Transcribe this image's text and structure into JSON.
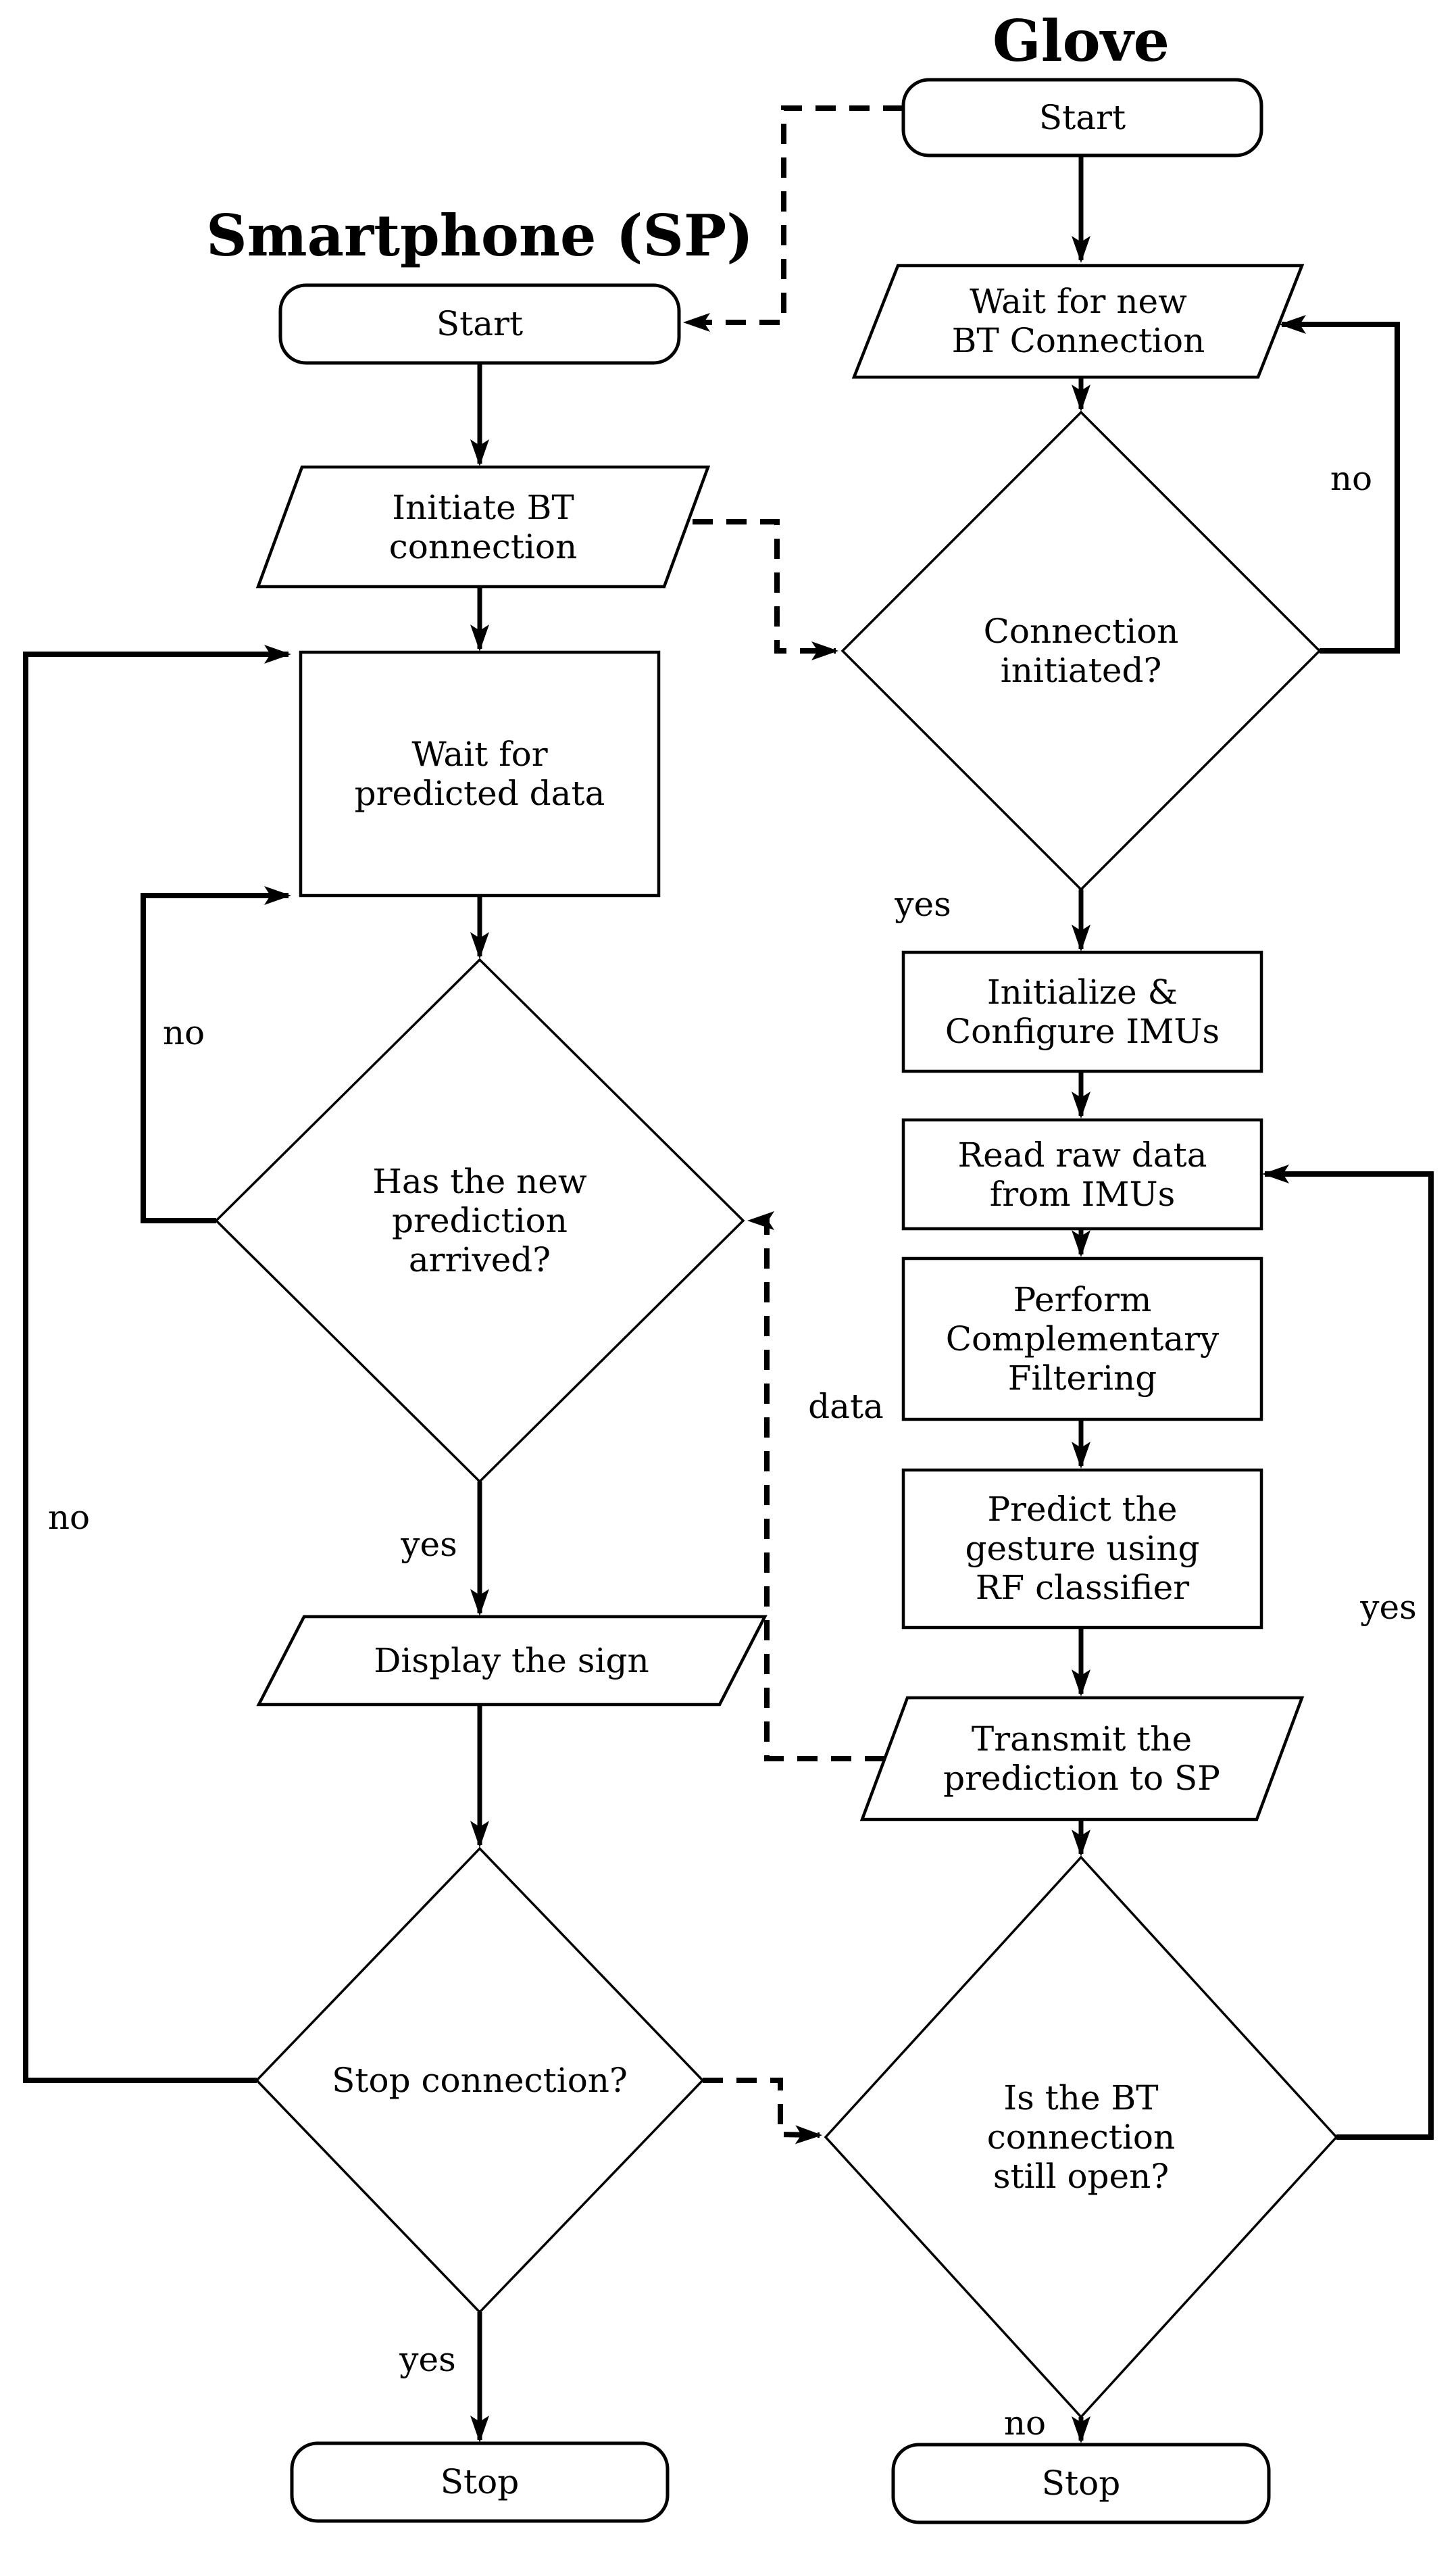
{
  "titles": {
    "smartphone": "Smartphone (SP)",
    "glove": "Glove"
  },
  "smartphone": {
    "start": "Start",
    "initiate_bt": [
      "Initiate BT",
      "connection"
    ],
    "wait_predicted": [
      "Wait for",
      "predicted data"
    ],
    "prediction_arrived": [
      "Has the new",
      "prediction",
      "arrived?"
    ],
    "display_sign": "Display the sign",
    "stop_connection": "Stop connection?",
    "stop": "Stop",
    "labels": {
      "inner_no": "no",
      "outer_no": "no",
      "yes_display": "yes",
      "yes_stop": "yes"
    }
  },
  "glove": {
    "start": "Start",
    "wait_bt": [
      "Wait for new",
      "BT Connection"
    ],
    "connection_initiated": [
      "Connection",
      "initiated?"
    ],
    "initialize_imus": [
      "Initialize &",
      "Configure IMUs"
    ],
    "read_raw": [
      "Read raw data",
      "from IMUs"
    ],
    "complementary": [
      "Perform",
      "Complementary",
      "Filtering"
    ],
    "predict": [
      "Predict the",
      "gesture using",
      "RF classifier"
    ],
    "transmit": [
      "Transmit the",
      "prediction to SP"
    ],
    "bt_open": [
      "Is the BT",
      "connection",
      "still open?"
    ],
    "stop": "Stop",
    "labels": {
      "no_loop": "no",
      "yes_after_decision": "yes",
      "yes_loop": "yes",
      "no_stop": "no"
    }
  },
  "links": {
    "data": "data"
  },
  "colors": {
    "ink": "#000000",
    "paper": "#ffffff"
  }
}
